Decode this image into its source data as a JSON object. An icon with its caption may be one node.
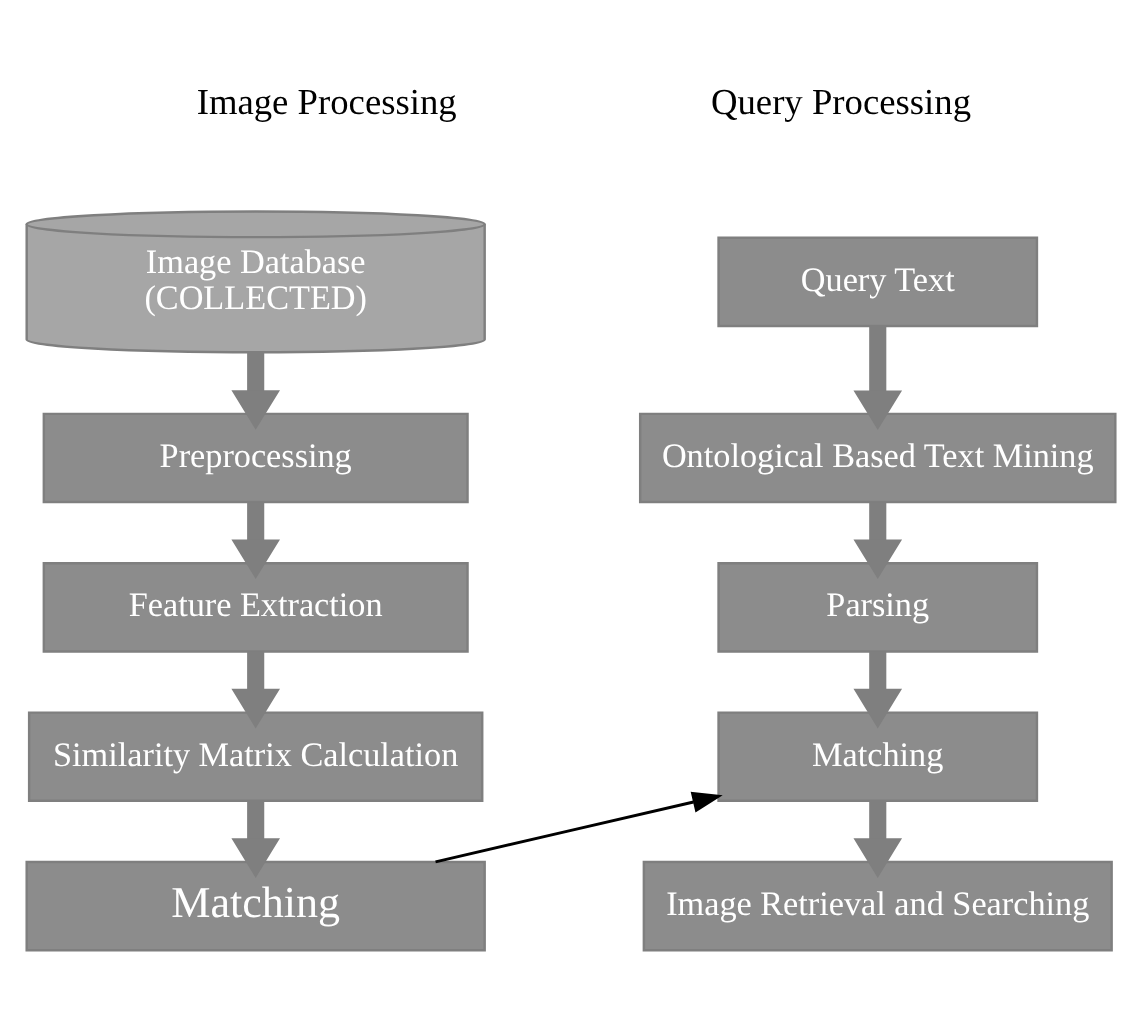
{
  "diagram": {
    "nodes": [
      {
        "text": [
          "Image Database",
          "(COLLECTED)"
        ]
      },
      {
        "text": [
          "Preprocessing"
        ]
      },
      {
        "text": [
          "Feature Extraction"
        ]
      },
      {
        "text": [
          "Similarity Matrix Calculation"
        ]
      },
      {
        "text": [
          "Matching"
        ]
      },
      {
        "text": [
          "Query Text"
        ]
      },
      {
        "text": [
          "Ontological Based Text Mining"
        ]
      },
      {
        "text": [
          "Parsing"
        ]
      },
      {
        "text": [
          "Matching"
        ]
      },
      {
        "text": [
          "Image Retrieval and Searching"
        ]
      }
    ],
    "edges": [
      {
        "from": 0,
        "to": 1,
        "arrow": "to"
      },
      {
        "from": 1,
        "to": 2,
        "arrow": "to"
      },
      {
        "from": 2,
        "to": 3,
        "arrow": "to"
      },
      {
        "from": 3,
        "to": 4,
        "arrow": "to"
      },
      {
        "from": 4,
        "to": 8,
        "arrow": "to",
        "color": "#000000"
      },
      {
        "from": 5,
        "to": 6,
        "arrow": "to"
      },
      {
        "from": 6,
        "to": 7,
        "arrow": "to"
      },
      {
        "from": 7,
        "to": 8,
        "arrow": "to"
      },
      {
        "from": 8,
        "to": 9,
        "arrow": "to"
      }
    ],
    "labels": [
      "Image Processing",
      "Query Processing"
    ]
  }
}
